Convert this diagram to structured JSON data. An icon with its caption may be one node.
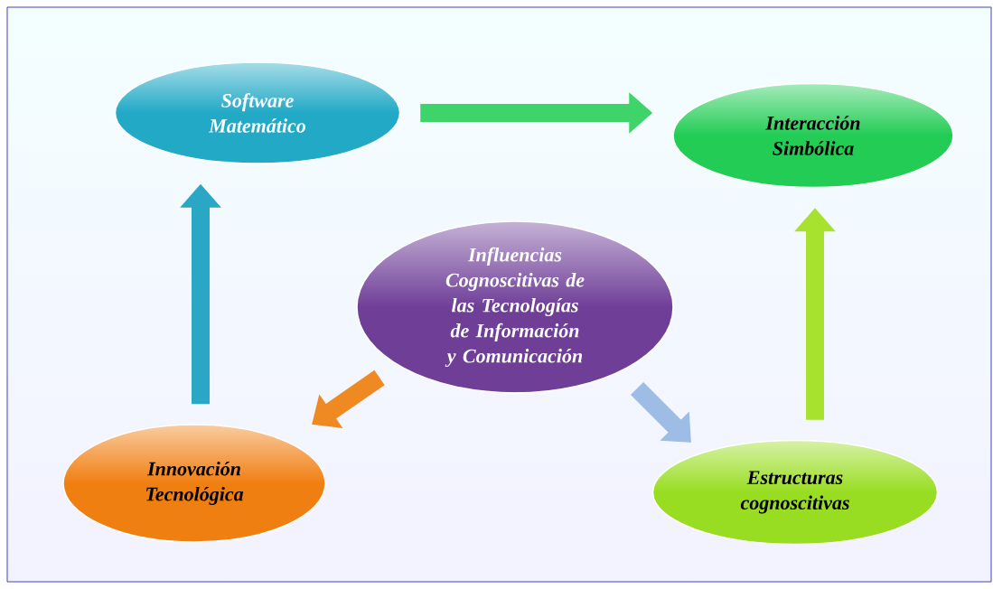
{
  "diagram": {
    "nodes": [
      {
        "text": [
          "Influencias Cognoscitivas de las Tecnologías de Información y Comunicación"
        ]
      },
      {
        "text": [
          "Software Matemático"
        ]
      },
      {
        "text": [
          "Interacción Simbólica"
        ]
      },
      {
        "text": [
          "Innovación Tecnológica"
        ]
      },
      {
        "text": [
          "Estructuras cognoscitivas"
        ]
      }
    ],
    "edges": [
      {
        "from": 1,
        "to": 2,
        "arrow": "to",
        "color": "#3fd46a"
      },
      {
        "from": 4,
        "to": 2,
        "arrow": "to",
        "color": "#a6e22e"
      },
      {
        "from": 0,
        "to": 4,
        "arrow": "to",
        "color": "#9dbde6"
      },
      {
        "from": 0,
        "to": 3,
        "arrow": "to",
        "color": "#ef8a22"
      },
      {
        "from": 3,
        "to": 1,
        "arrow": "to",
        "color": "#2aa7c4"
      }
    ]
  }
}
